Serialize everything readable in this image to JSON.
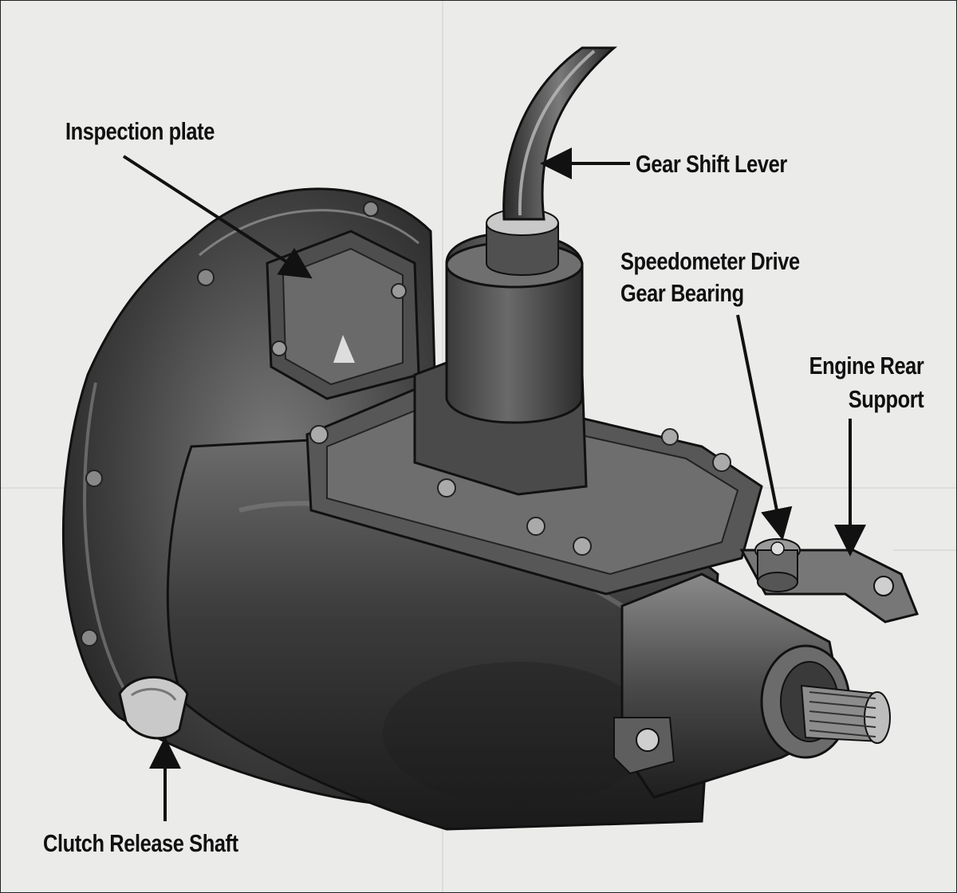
{
  "callouts": {
    "inspection_plate": "Inspection plate",
    "gear_shift_lever": "Gear Shift Lever",
    "speedometer_line1": "Speedometer Drive",
    "speedometer_line2": "Gear Bearing",
    "engine_rear_line1": "Engine Rear",
    "engine_rear_line2": "Support",
    "clutch_release_shaft": "Clutch Release Shaft"
  },
  "colors": {
    "background": "#ebebea",
    "metal_dark": "#2e2e2e",
    "metal_mid": "#5a5a5a",
    "metal_light": "#9a9a9a",
    "text": "#101010"
  }
}
